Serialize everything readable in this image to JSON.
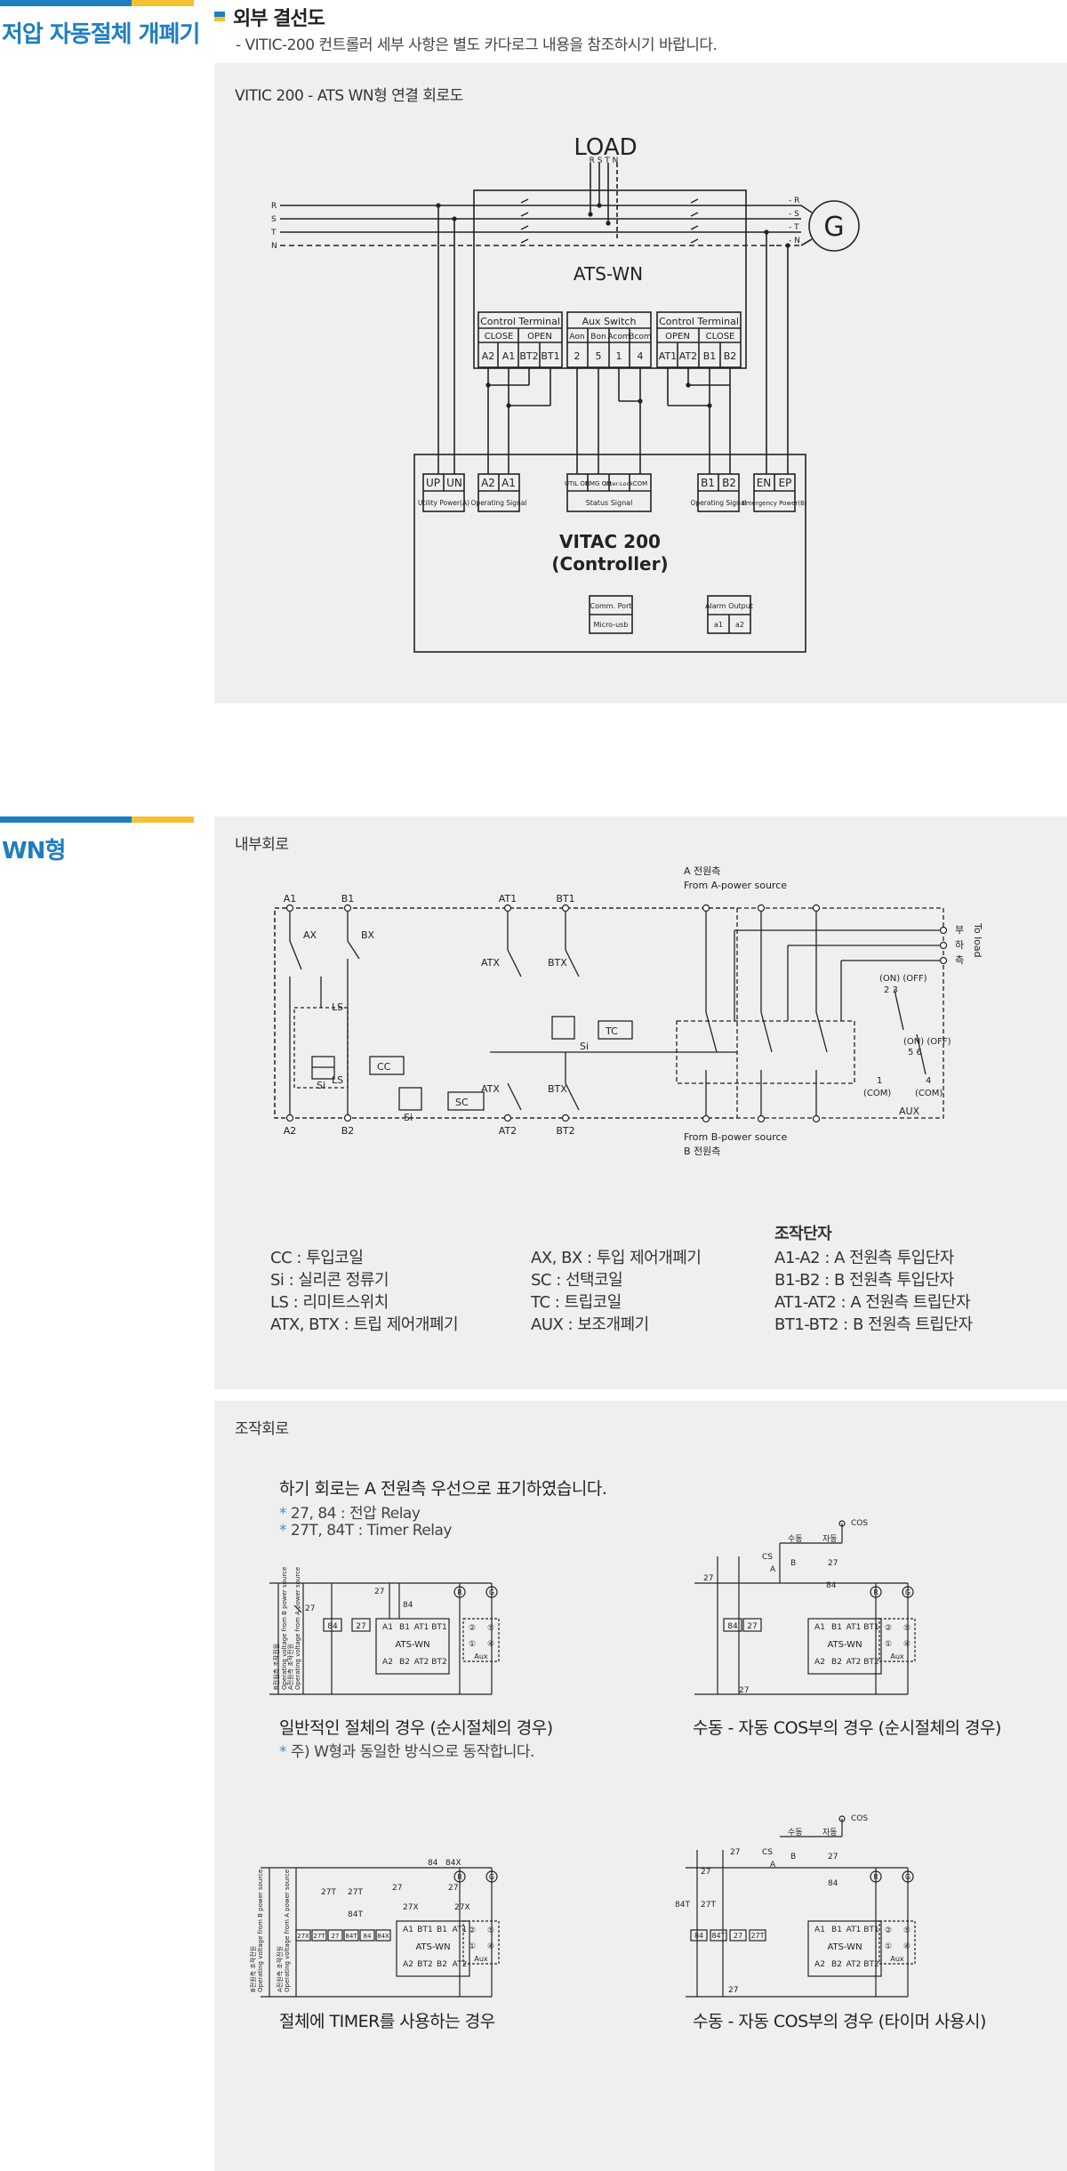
{
  "section1": {
    "title": "저압 자동절체 개폐기",
    "heading": "외부 결선도",
    "note": "- VITIC-200 컨트롤러 세부 사항은 별도 카다로그 내용을 참조하시기 바랍니다.",
    "panel_label": "VITIC 200 - ATS WN형 연결 회로도",
    "diagram": {
      "load": "LOAD",
      "ats": "ATS-WN",
      "g": "G",
      "phases": [
        "R",
        "S",
        "T",
        "N"
      ],
      "load_phases": "R S T N",
      "right_phases": [
        "- R",
        "- S",
        "- T",
        "- N"
      ],
      "ct_left_title": "Control Terminal",
      "ct_left_close": "CLOSE",
      "ct_left_open": "OPEN",
      "ct_left_terms": [
        "A2",
        "A1",
        "BT2",
        "BT1"
      ],
      "aux_title": "Aux Switch",
      "aux_heads": [
        "Aon",
        "Bon",
        "Acom",
        "Bcom"
      ],
      "aux_terms": [
        "2",
        "5",
        "1",
        "4"
      ],
      "ct_right_title": "Control Terminal",
      "ct_right_open": "OPEN",
      "ct_right_close": "CLOSE",
      "ct_right_terms": [
        "AT1",
        "AT2",
        "B1",
        "B2"
      ],
      "controller_line1": "VITAC 200",
      "controller_line2": "(Controller)",
      "up": "UP",
      "un": "UN",
      "utility_power": "Utility Power(A)",
      "op_a2": "A2",
      "op_a1": "A1",
      "op_signal": "Operating Signal",
      "st_heads": [
        "UTIL ON",
        "EMG ON",
        "Inter-Lock",
        "COM"
      ],
      "status_signal": "Status Signal",
      "op_b1": "B1",
      "op_b2": "B2",
      "op_signal2": "Operating Signal",
      "en": "EN",
      "ep": "EP",
      "emergency_power": "Emergency Power(B)",
      "comm_port": "Comm. Port",
      "micro_usb": "Micro-usb",
      "alarm_output": "Alarm Output",
      "a1": "a1",
      "a2": "a2"
    }
  },
  "section2": {
    "title": "WN형",
    "internal": {
      "panel_label": "내부회로",
      "labels": {
        "a1": "A1",
        "b1": "B1",
        "at1": "AT1",
        "bt1": "BT1",
        "a2": "A2",
        "b2": "B2",
        "at2": "AT2",
        "bt2": "BT2",
        "ax": "AX",
        "bx": "BX",
        "atx": "ATX",
        "btx": "BTX",
        "ls": "LS",
        "cc": "CC",
        "sc": "SC",
        "tc": "TC",
        "si": "Si",
        "a_src1": "A 전원측",
        "a_src2": "From A-power source",
        "b_src1": "From B-power source",
        "b_src2": "B 전원측",
        "load_k1": "부",
        "load_k2": "하",
        "load_k3": "측",
        "to_load": "To load",
        "on_off1": "(ON) (OFF)",
        "n23": "2     3",
        "on_off2": "(ON) (OFF)",
        "n56": "5     6",
        "n1": "1",
        "n4": "4",
        "com1": "(COM)",
        "com2": "(COM)",
        "aux": "AUX"
      },
      "legend_col1": [
        "CC : 투입코일",
        "Si : 실리콘 정류기",
        "LS : 리미트스위치",
        "ATX, BTX : 트립 제어개폐기"
      ],
      "legend_col2": [
        "AX, BX : 투입 제어개폐기",
        "SC : 선택코일",
        "TC : 트립코일",
        "AUX : 보조개폐기"
      ],
      "legend_col3_title": "조작단자",
      "legend_col3": [
        "A1-A2 : A 전원측 투입단자",
        "B1-B2 : B 전원측 투입단자",
        "AT1-AT2 : A 전원측 트립단자",
        "BT1-BT2 : B 전원측 트립단자"
      ]
    },
    "operation": {
      "panel_label": "조작회로",
      "intro": "하기 회로는 A 전원측 우선으로 표기하였습니다.",
      "note1": "27, 84 : 전압 Relay",
      "note2": "27T, 84T : Timer Relay",
      "star": "*",
      "caption1": "일반적인 절체의 경우 (순시절체의 경우)",
      "caption1_note": "주) W형과 동일한 방식으로 동작합니다.",
      "caption2": "수동 - 자동 COS부의 경우 (순시절체의 경우)",
      "caption3": "절체에 TIMER를 사용하는 경우",
      "caption4": "수동 - 자동 COS부의 경우 (타이머 사용시)",
      "d": {
        "b_ko": "B전원측 조작전원",
        "b_en": "Operating voltage from B power source",
        "a_ko": "A전원측 조작전원",
        "a_en": "Operating voltage from A power source",
        "r84": "84",
        "r27": "27",
        "r27t": "27T",
        "r84t": "84T",
        "r27x": "27X",
        "r84x": "84X",
        "ats": "ATS-WN",
        "aux": "Aux",
        "top_terms": [
          "A1",
          "B1",
          "AT1",
          "BT1"
        ],
        "bot_terms": [
          "A2",
          "B2",
          "AT2",
          "BT2"
        ],
        "top_terms3": [
          "A1",
          "BT1",
          "B1",
          "AT1"
        ],
        "bot_terms3": [
          "A2",
          "BT2",
          "B2",
          "AT2"
        ],
        "r": "R",
        "g": "G",
        "cos": "COS",
        "manual": "수동",
        "auto": "자동",
        "cs": "CS",
        "a": "A",
        "b": "B",
        "aux_nums": [
          "②",
          "⑤",
          "①",
          "④"
        ]
      }
    }
  },
  "colors": {
    "accent_blue": "#1f7ec2",
    "accent_yellow": "#f2c230",
    "panel_bg": "#efefef",
    "line": "#222222"
  }
}
